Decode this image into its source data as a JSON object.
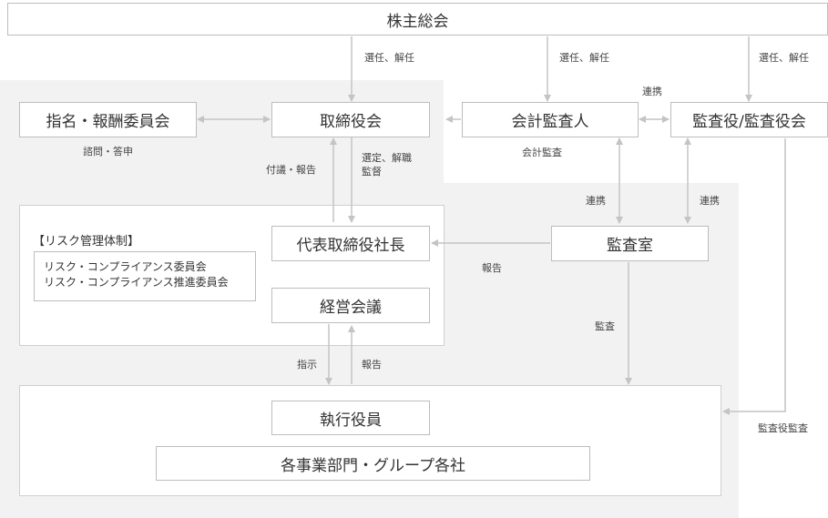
{
  "nodes": {
    "shareholders": "株主総会",
    "nomination": "指名・報酬委員会",
    "board": "取締役会",
    "accounting_auditor": "会計監査人",
    "audit_board": "監査役/監査役会",
    "president": "代表取締役社長",
    "audit_office": "監査室",
    "management_meeting": "経営会議",
    "officers": "執行役員",
    "divisions": "各事業部門・グループ各社"
  },
  "risk": {
    "title": "【リスク管理体制】",
    "committees": [
      "リスク・コンプライアンス委員会",
      "リスク・コンプライアンス推進委員会"
    ]
  },
  "edge_labels": {
    "elect1": "選任、解任",
    "elect2": "選任、解任",
    "elect3": "選任、解任",
    "cooperate_top": "連携",
    "consult": "諮問・答申",
    "accounting_audit": "会計監査",
    "agenda_report": "付議・報告",
    "select_dismiss_line1": "選定、解職",
    "select_dismiss_line2": "監督",
    "cooperate_left": "連携",
    "cooperate_right": "連携",
    "report_mid": "報告",
    "audit": "監査",
    "instruct": "指示",
    "report_bottom": "報告",
    "auditor_audit": "監査役監査"
  },
  "colors": {
    "line": "#c4c4c4",
    "region": "#f2f2f2",
    "border": "#bdbdbd"
  }
}
